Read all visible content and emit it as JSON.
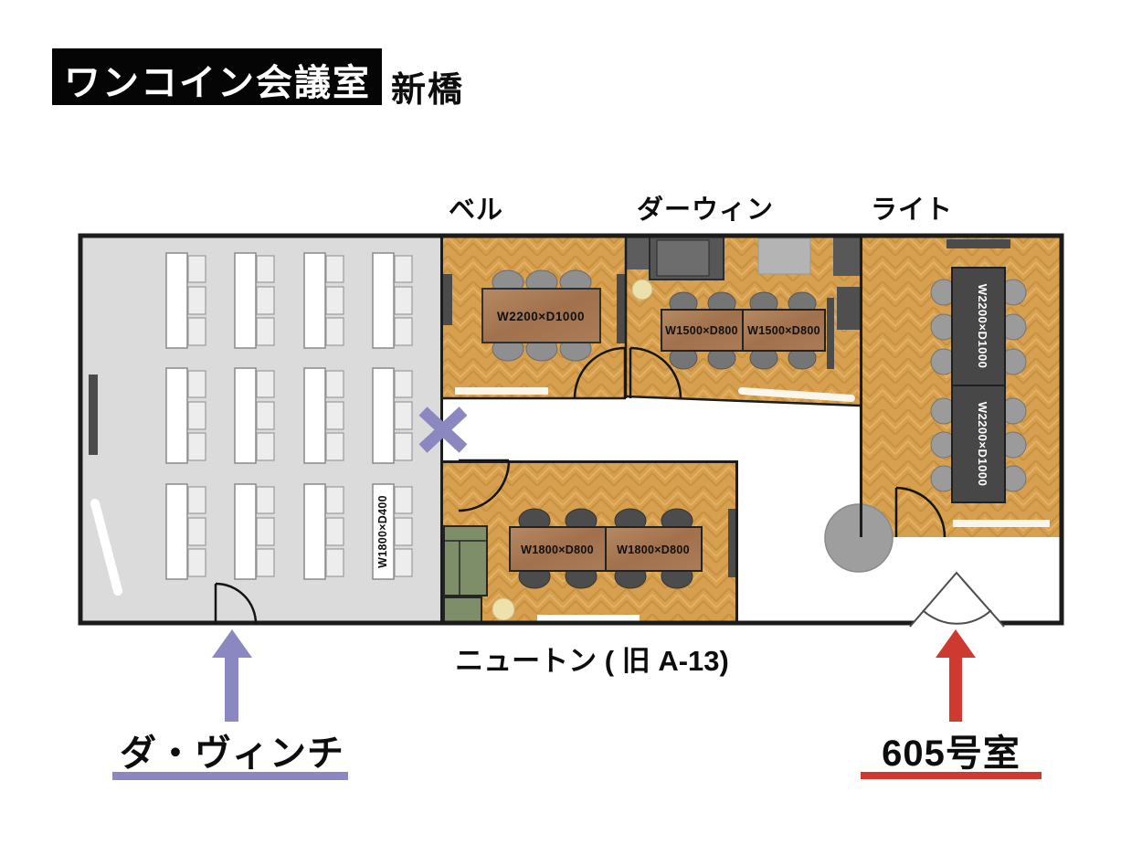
{
  "header": {
    "logo": "ワンコイン会議室",
    "branch": "新橋"
  },
  "rooms": {
    "bell": {
      "label": "ベル",
      "tables": [
        "W2200×D1000"
      ]
    },
    "darwin": {
      "label": "ダーウィン",
      "tables": [
        "W1500×D800",
        "W1500×D800"
      ]
    },
    "wright": {
      "label": "ライト",
      "tables": [
        "W2200×D1000",
        "W2200×D1000"
      ]
    },
    "newton": {
      "label": "ニュートン ( 旧 A-13)",
      "tables": [
        "W1800×D800",
        "W1800×D800"
      ]
    },
    "davinci": {
      "label": "ダ・ヴィンチ",
      "tables": [
        "W1800×D400"
      ]
    },
    "room605": {
      "label": "605号室"
    }
  },
  "colors": {
    "purple": "#8b87c0",
    "red": "#cf3a30",
    "wood_floor": "#d7a050",
    "gray_floor": "#dbdbdb",
    "dark_table": "#474747"
  }
}
